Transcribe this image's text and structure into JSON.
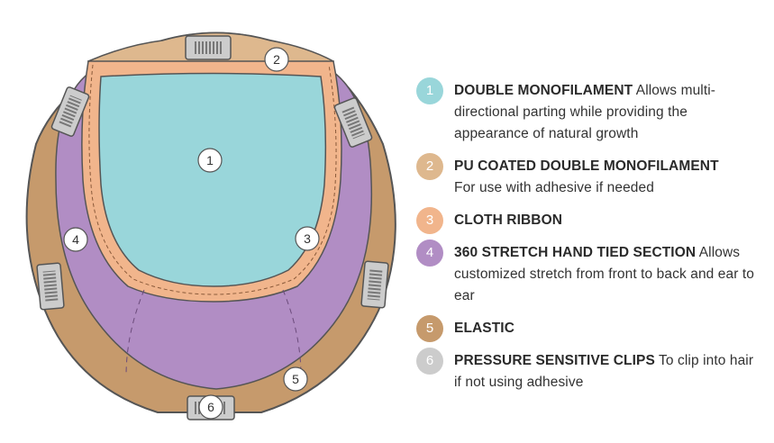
{
  "colors": {
    "monofilament": "#99D6DA",
    "pu_coated": "#DEB88E",
    "cloth_ribbon": "#F1B58C",
    "stretch_section": "#B18DC4",
    "elastic": "#C69A6C",
    "clips": "#CCCCCC",
    "outline": "#555555",
    "text": "#333333"
  },
  "diagram": {
    "callouts": [
      {
        "num": "1"
      },
      {
        "num": "2"
      },
      {
        "num": "3"
      },
      {
        "num": "4"
      },
      {
        "num": "5"
      },
      {
        "num": "6"
      }
    ]
  },
  "legend": [
    {
      "num": "1",
      "title": "DOUBLE MONOFILAMENT",
      "text": " Allows multi-directional parting while providing the appearance of natural growth",
      "color": "#99D6DA"
    },
    {
      "num": "2",
      "title": "PU COATED DOUBLE MONOFILAMENT",
      "text": " For use with adhesive if needed",
      "color": "#DEB88E"
    },
    {
      "num": "3",
      "title": "CLOTH RIBBON",
      "text": "",
      "color": "#F1B58C"
    },
    {
      "num": "4",
      "title": "360 STRETCH HAND TIED SECTION",
      "text": " Allows customized stretch from front to back and ear to ear",
      "color": "#B18DC4"
    },
    {
      "num": "5",
      "title": "ELASTIC",
      "text": "",
      "color": "#C69A6C"
    },
    {
      "num": "6",
      "title": "PRESSURE SENSITIVE CLIPS",
      "text": " To clip into hair if not using adhesive",
      "color": "#CCCCCC"
    }
  ]
}
